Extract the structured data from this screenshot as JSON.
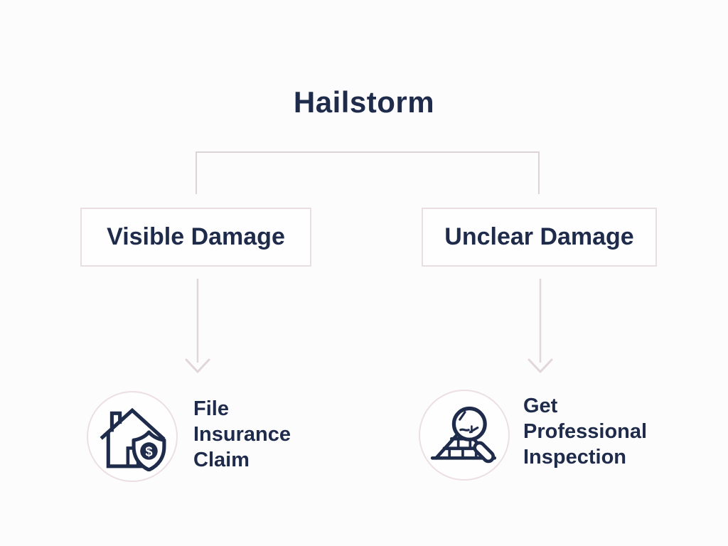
{
  "diagram": {
    "type": "flowchart",
    "title": "Hailstorm",
    "branches": [
      {
        "condition": "Visible Damage",
        "action": "File\nInsurance\nClaim",
        "icon": "house-shield-icon"
      },
      {
        "condition": "Unclear Damage",
        "action": "Get\nProfessional\nInspection",
        "icon": "roof-inspection-icon"
      }
    ]
  },
  "icons": {
    "dollar_glyph": "$"
  },
  "colors": {
    "text_navy": "#1f2b4a",
    "box_border": "#e9dee3",
    "connector_line": "#ddd3d7",
    "arrow": "#e1d6da",
    "circle_border": "#ecdfe4",
    "background": "#fdfcfd"
  }
}
